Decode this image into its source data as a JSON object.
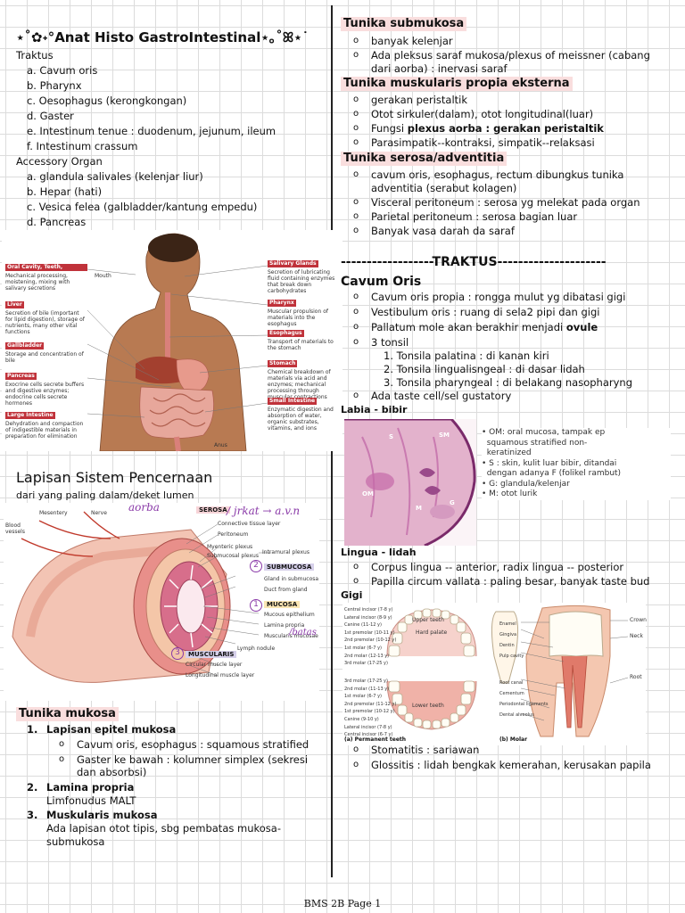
{
  "header": {
    "title": "⋆˚✿˖°Anat Histo GastroIntestinal⋆｡˚ꕤ⋆˙"
  },
  "left": {
    "traktus_heading": "Traktus",
    "traktus": [
      "a.  Cavum oris",
      "b.  Pharynx",
      "c.  Oesophagus (kerongkongan)",
      "d.  Gaster",
      "e.  Intestinum tenue : duodenum, jejunum, ileum",
      "f.   Intestinum crassum"
    ],
    "accessory_heading": "Accessory Organ",
    "accessory": [
      "a.  glandula salivales (kelenjar liur)",
      "b.  Hepar (hati)",
      "c.  Vesica felea (galbladder/kantung empedu)",
      "d.  Pancreas"
    ],
    "fig1_boxes_left": [
      {
        "h": "Oral Cavity, Teeth, Tongue",
        "t": "Mechanical processing, moistening, mixing with salivary secretions"
      },
      {
        "h": "Liver",
        "t": "Secretion of bile (important for lipid digestion), storage of nutrients, many other vital functions"
      },
      {
        "h": "Gallbladder",
        "t": "Storage and concentration of bile"
      },
      {
        "h": "Pancreas",
        "t": "Exocrine cells secrete buffers and digestive enzymes; endocrine cells secrete hormones"
      },
      {
        "h": "Large Intestine",
        "t": "Dehydration and compaction of indigestible materials in preparation for elimination"
      }
    ],
    "fig1_boxes_right": [
      {
        "h": "Salivary Glands",
        "t": "Secretion of lubricating fluid containing enzymes that break down carbohydrates"
      },
      {
        "h": "Pharynx",
        "t": "Muscular propulsion of materials into the esophagus"
      },
      {
        "h": "Esophagus",
        "t": "Transport of materials to the stomach"
      },
      {
        "h": "Stomach",
        "t": "Chemical breakdown of materials via acid and enzymes; mechanical processing through muscular contractions"
      },
      {
        "h": "Small Intestine",
        "t": "Enzymatic digestion and absorption of water, organic substrates, vitamins, and ions"
      }
    ],
    "fig1_mouth": "Mouth",
    "fig1_anus": "Anus",
    "lapisan_title": "Lapisan Sistem Pencernaan",
    "lapisan_sub": "dari yang paling dalam/deket lumen",
    "fig2": {
      "mesentery": "Mesentery",
      "nerve": "Nerve",
      "blood": "Blood vessels",
      "serosa": "SEROSA",
      "serosa_note": "/ jrkat → a.v.n",
      "aorba": "aorba",
      "connective": "Connective tissue layer",
      "peritoneum": "Peritoneum",
      "myenteric": "Myenteric plexus",
      "submucosal": "Submucosal plexus",
      "intramural": "Intramural plexus",
      "n2": "2",
      "submucosa": "SUBMUCOSA",
      "gland": "Gland in submucosa",
      "duct": "Duct from gland",
      "n1": "1",
      "mucosa": "MUCOSA",
      "mucous_ep": "Mucous epithelium",
      "lamina": "Lamina propria",
      "musc_mucosae": "Muscularis mucosae",
      "batas": "/batas",
      "lymph": "Lymph nodule",
      "n3": "3",
      "muscularis": "MUSCULARIS",
      "circular": "Circular muscle layer",
      "longitudinal": "Longitudinal muscle layer"
    },
    "mukosa_title": "Tunika mukosa",
    "mukosa": {
      "i1": "1.",
      "l1": "Lapisan epitel mukosa",
      "l1a": "Cavum oris, esophagus : squamous stratified",
      "l1b": "Gaster ke bawah : kolumner simplex (sekresi",
      "l1b2": "dan absorbsi)",
      "i2": "2.",
      "l2": "Lamina propria",
      "l2a": "Limfonudus MALT",
      "i3": "3.",
      "l3": "Muskularis mukosa",
      "l3a": "Ada lapisan otot tipis, sbg pembatas mukosa-",
      "l3b": "submukosa"
    }
  },
  "right": {
    "submukosa_title": "Tunika submukosa",
    "submukosa": [
      "banyak kelenjar",
      "Ada pleksus saraf mukosa/plexus of meissner (cabang",
      "dari aorba) : inervasi saraf"
    ],
    "muskularis_title": "Tunika  muskularis propia eksterna",
    "muskularis": {
      "a": "gerakan peristaltik",
      "b": "Otot sirkuler(dalam), otot longitudinal(luar)",
      "c1": "Fungsi ",
      "c2": "plexus aorba : gerakan peristaltik",
      "d": "Parasimpatik--kontraksi, simpatik--relaksasi"
    },
    "serosa_title": "Tunika serosa/adventitia",
    "serosa": [
      "cavum oris, esophagus, rectum dibungkus tunika",
      "adventitia (serabut kolagen)",
      "Visceral peritoneum : serosa yg melekat pada organ",
      "Parietal peritoneum : serosa bagian luar",
      "Banyak vasa darah da saraf"
    ],
    "traktus_divider": "------------------TRAKTUS---------------------",
    "cavum_title": "Cavum Oris",
    "cavum": {
      "a": "Cavum oris propia : rongga mulut yg dibatasi gigi",
      "b": "Vestibulum oris : ruang di sela2 pipi dan gigi",
      "c1": "Pallatum mole akan berakhir menjadi ",
      "c2": "ovule",
      "d": "3 tonsil",
      "t1": "1.    Tonsila palatina : di kanan kiri",
      "t2": "2.    Tonsila lingualisngeal  : di dasar lidah",
      "t3": "3.    Tonsila pharyngeal : di belakang nasopharyng",
      "e": "Ada taste cell/sel gustatory"
    },
    "labia_title": "Labia - bibir",
    "labia_notes": [
      "• OM: oral mucosa, tampak ep",
      "  squamous stratified non-",
      "  keratinized",
      "• S : skin, kulit luar bibir, ditandai",
      "  dengan adanya F (folikel rambut)",
      "• G: glandula/kelenjar",
      "• M: otot lurik"
    ],
    "labia_tags": {
      "om": "OM",
      "s": "S",
      "sm": "SM",
      "m": "M",
      "g": "G"
    },
    "lingua_title": "Lingua - lidah",
    "lingua": [
      "Corpus lingua -- anterior, radix lingua -- posterior",
      "Papilla circum vallata : paling besar, banyak taste bud"
    ],
    "gigi_title": "Gigi",
    "teeth_upper": [
      "Central incisor (7-8 y)",
      "Lateral incisor (8-9 y)",
      "Canine (11-12 y)",
      "1st premolar (10-11 y)",
      "2nd premolar (10-12 y)",
      "1st molar (6-7 y)",
      "2nd molar (12-13 y)",
      "3rd molar (17-25 y)"
    ],
    "teeth_lower": [
      "3rd molar (17-25 y)",
      "2nd molar (11-13 y)",
      "1st molar (6-7 y)",
      "2nd premolar (11-12 y)",
      "1st premolar (10-12 y)",
      "Canine (9-10 y)",
      "Lateral incisor (7-8 y)",
      "Central incisor (6-7 y)"
    ],
    "palate_label": "Hard palate",
    "upper_label": "Upper teeth",
    "lower_label": "Lower teeth",
    "caption_a": "(a) Permanent teeth",
    "caption_b": "(b) Molar",
    "molar_left": [
      "Enamel",
      "Gingiva",
      "Dentin",
      "Pulp cavity",
      "Root canal",
      "Cementum",
      "Periodontal ligaments",
      "Dental alveolus"
    ],
    "molar_right": [
      "Crown",
      "Neck",
      "Root"
    ],
    "gigi_list": [
      "Stomatitis : sariawan",
      "Glossitis : lidah bengkak kemerahan, kerusakan papila"
    ]
  },
  "footer": "BMS 2B Page 1"
}
